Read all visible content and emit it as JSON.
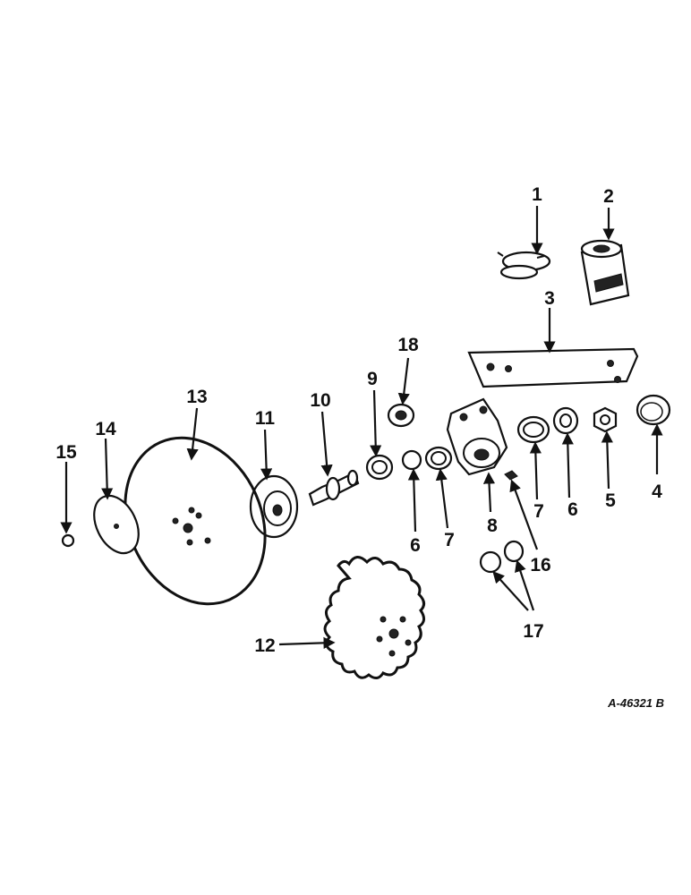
{
  "diagram": {
    "callouts": [
      "1",
      "2",
      "3",
      "4",
      "5",
      "6",
      "7",
      "8",
      "9",
      "10",
      "11",
      "12",
      "13",
      "14",
      "15",
      "16",
      "17",
      "18",
      "6",
      "7",
      "17"
    ],
    "drawing_number": "A-46321 B"
  },
  "colors": {
    "ink": "#111111",
    "background": "#ffffff"
  }
}
